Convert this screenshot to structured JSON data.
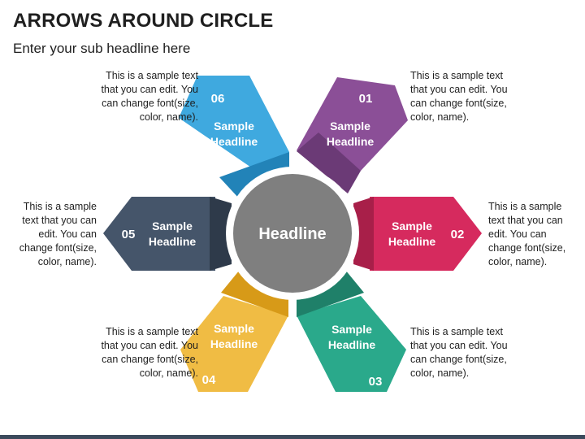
{
  "title": "ARROWS AROUND CIRCLE",
  "subtitle": "Enter your sub headline here",
  "center": {
    "label": "Headline",
    "color": "#7f7f7f"
  },
  "items": [
    {
      "number": "01",
      "head1": "Sample",
      "head2": "Headline",
      "color": "#8b4f97",
      "dark": "#6b3a76",
      "desc": [
        "This is a sample text",
        "that you can edit. You",
        "can change font(size,",
        "color, name)."
      ]
    },
    {
      "number": "02",
      "head1": "Sample",
      "head2": "Headline",
      "color": "#d62a5e",
      "dark": "#a81f49",
      "desc": [
        "This is a sample",
        "text that you can",
        "edit. You can",
        "change font(size,",
        "color, name)."
      ]
    },
    {
      "number": "03",
      "head1": "Sample",
      "head2": "Headline",
      "color": "#2aa98b",
      "dark": "#1f8069",
      "desc": [
        "This is a sample text",
        "that you can edit. You",
        "can change font(size,",
        "color, name)."
      ]
    },
    {
      "number": "04",
      "head1": "Sample",
      "head2": "Headline",
      "color": "#f0bc44",
      "dark": "#d79a18",
      "desc": [
        "This is a sample text",
        "that you can edit. You",
        "can change font(size,",
        "color, name)."
      ]
    },
    {
      "number": "05",
      "head1": "Sample",
      "head2": "Headline",
      "color": "#45556a",
      "dark": "#2e3a4a",
      "desc": [
        "This is a sample",
        "text that you can",
        "edit. You can",
        "change font(size,",
        "color, name)."
      ]
    },
    {
      "number": "06",
      "head1": "Sample",
      "head2": "Headline",
      "color": "#3fa9df",
      "dark": "#2283b8",
      "desc": [
        "This is a sample text",
        "that you can edit. You",
        "can change font(size,",
        "color, name)."
      ]
    }
  ]
}
